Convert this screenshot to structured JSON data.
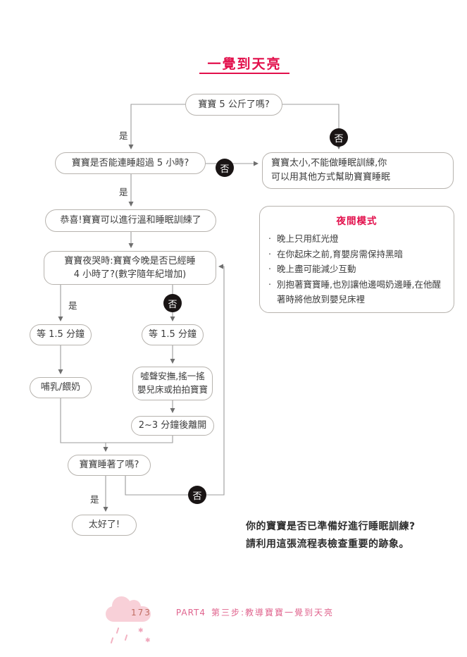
{
  "page": {
    "title": "一覺到天亮",
    "note": {
      "line1": "你的寶寶是否已準備好進行睡眠訓練?",
      "line2": "請利用這張流程表檢查重要的跡象。"
    },
    "footer": {
      "page_number": "173",
      "part": "PART4",
      "chapter": "第三步:教導寶寶一覺到天亮"
    }
  },
  "flow": {
    "labels": {
      "yes": "是",
      "no": "否"
    },
    "nodes": {
      "q_weight": "寶寶 5 公斤了嗎?",
      "q_sleep5h": "寶寶是否能連睡超過 5 小時?",
      "too_small_1": "寶寶太小,不能做睡眠訓練,你",
      "too_small_2": "可以用其他方式幫助寶寶睡眠",
      "congrats": "恭喜!寶寶可以進行溫和睡眠訓練了",
      "q_night_1": "寶寶夜哭時:寶寶今晚是否已經睡",
      "q_night_2": "4 小時了?(數字隨年紀增加)",
      "wait_left": "等 1.5 分鐘",
      "wait_right": "等 1.5 分鐘",
      "feed": "哺乳/餵奶",
      "soothe_1": "噓聲安撫,搖一搖",
      "soothe_2": "嬰兒床或拍拍寶寶",
      "leave": "2~3 分鐘後離開",
      "q_asleep": "寶寶睡著了嗎?",
      "great": "太好了!"
    },
    "night_mode": {
      "title": "夜間模式",
      "bullet": "‧",
      "items": [
        "晚上只用紅光燈",
        "在你起床之前,育嬰房需保持黑暗",
        "晚上盡可能減少互動",
        "別抱著寶寶睡,也別讓他邊喝奶邊睡,在他醒著時將他放到嬰兒床裡"
      ]
    }
  },
  "decor": {
    "sparkle": "✱"
  },
  "colors": {
    "accent_red": "#e2104c",
    "badge_black": "#191414",
    "node_border_gray": "#b7b3ae",
    "footer_pink": "#e0648e",
    "footer_page_number": "#bf6b60",
    "cloud_pink": "#f8d0d8"
  }
}
